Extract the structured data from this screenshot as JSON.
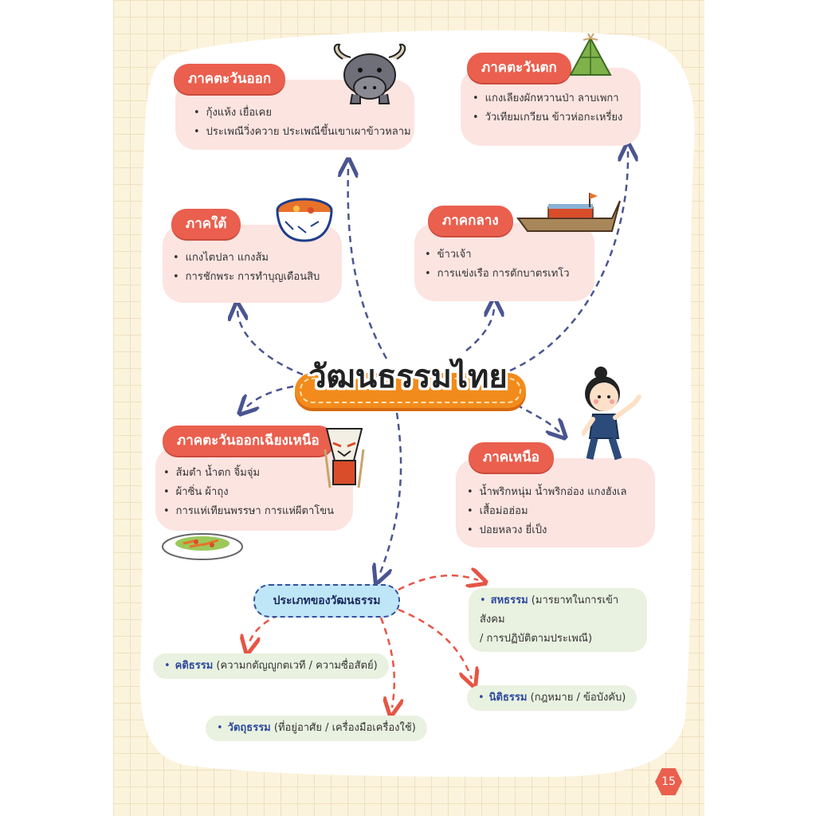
{
  "title": "วัฒนธรรมไทย",
  "regions": {
    "east": {
      "label": "ภาคตะวันออก",
      "items": [
        "กุ้งแห้ง เยื่อเคย",
        "ประเพณีวิ่งควาย ประเพณีขึ้นเขาเผาข้าวหลาม"
      ]
    },
    "west": {
      "label": "ภาคตะวันตก",
      "items": [
        "แกงเลียงผักหวานป่า ลาบเพกา",
        "วัวเทียมเกวียน ข้าวห่อกะเหรี่ยง"
      ]
    },
    "south": {
      "label": "ภาคใต้",
      "items": [
        "แกงไตปลา แกงส้ม",
        "การชักพระ การทำบุญเดือนสิบ"
      ]
    },
    "central": {
      "label": "ภาคกลาง",
      "items": [
        "ข้าวเจ้า",
        "การแข่งเรือ การตักบาตรเทโว"
      ]
    },
    "northeast": {
      "label": "ภาคตะวันออกเฉียงเหนือ",
      "items": [
        "ส้มตำ น้ำตก จิ้มจุ่ม",
        "ผ้าซิ่น ผ้าถุง",
        "การแห่เทียนพรรษา การแห่ผีตาโขน"
      ]
    },
    "north": {
      "label": "ภาคเหนือ",
      "items": [
        "น้ำพริกหนุ่ม น้ำพริกอ่อง แกงฮังเล",
        "เสื้อม่อฮ่อม",
        "ปอยหลวง ยี่เป็ง"
      ]
    }
  },
  "types": {
    "label": "ประเภทของวัฒนธรรม",
    "sahatham": {
      "name": "สหธรรม",
      "desc": "(มารยาทในการเข้าสังคม",
      "desc2": "/ การปฏิบัติตามประเพณี)"
    },
    "khatitham": {
      "name": "คติธรรม",
      "desc": "(ความกตัญญูกตเวที / ความซื่อสัตย์)"
    },
    "nititham": {
      "name": "นิติธรรม",
      "desc": "(กฎหมาย / ข้อบังคับ)"
    },
    "watthutham": {
      "name": "วัตถุธรรม",
      "desc": "(ที่อยู่อาศัย / เครื่องมือเครื่องใช้)"
    }
  },
  "page_number": "15",
  "colors": {
    "header": "#ea5f4e",
    "box": "#fce4e1",
    "title_banner": "#f28b1c",
    "arrow_blue": "#4a5590",
    "arrow_red": "#e65545",
    "type_pill": "#e9f1e0"
  },
  "icons": [
    "buffalo-icon",
    "leaf-dessert-icon",
    "tom-yum-bowl-icon",
    "long-tail-boat-icon",
    "dancing-girl-icon",
    "phi-ta-khon-mask-icon",
    "som-tam-plate-icon"
  ]
}
